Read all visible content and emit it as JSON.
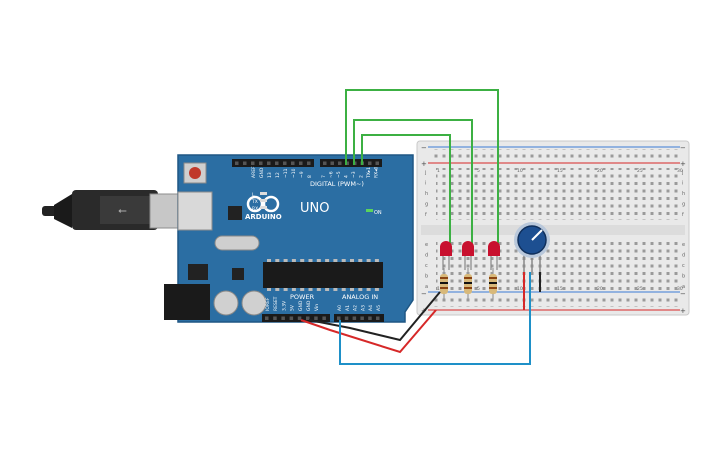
{
  "board": {
    "brand": "ARDUINO",
    "model": "UNO",
    "digital_header_label": "DIGITAL (PWM~)",
    "analog_header_label": "ANALOG IN",
    "power_header_label": "POWER",
    "on_label": "ON",
    "led_labels": [
      "L",
      "TX",
      "RX"
    ],
    "aref_labels": [
      "AREF",
      "GND"
    ],
    "digital_pins": [
      "13",
      "12",
      "~11",
      "~10",
      "~9",
      "8",
      "7",
      "~6",
      "~5",
      "4",
      "~3",
      "2",
      "TX▸1",
      "RX◂0"
    ],
    "power_pins": [
      "IOREF",
      "RESET",
      "3.3V",
      "5V",
      "GND",
      "GND",
      "Vin"
    ],
    "analog_pins": [
      "A0",
      "A1",
      "A2",
      "A3",
      "A4",
      "A5"
    ]
  },
  "breadboard": {
    "row_letters_top": [
      "j",
      "i",
      "h",
      "g",
      "f"
    ],
    "row_letters_bottom": [
      "e",
      "d",
      "c",
      "b",
      "a"
    ],
    "column_numbers": [
      "1",
      "5",
      "10",
      "15",
      "20",
      "25",
      "30"
    ],
    "rail_labels": [
      "+",
      "−"
    ]
  },
  "colors": {
    "board": "#2b6ea3",
    "board_dark": "#1f5784",
    "wire_green": "#3cb043",
    "wire_red": "#d62828",
    "wire_black": "#222222",
    "wire_blue": "#1e90c8",
    "led_red": "#c8102e",
    "breadboard": "#e9e9e9",
    "pot_blue": "#1d4f91"
  }
}
